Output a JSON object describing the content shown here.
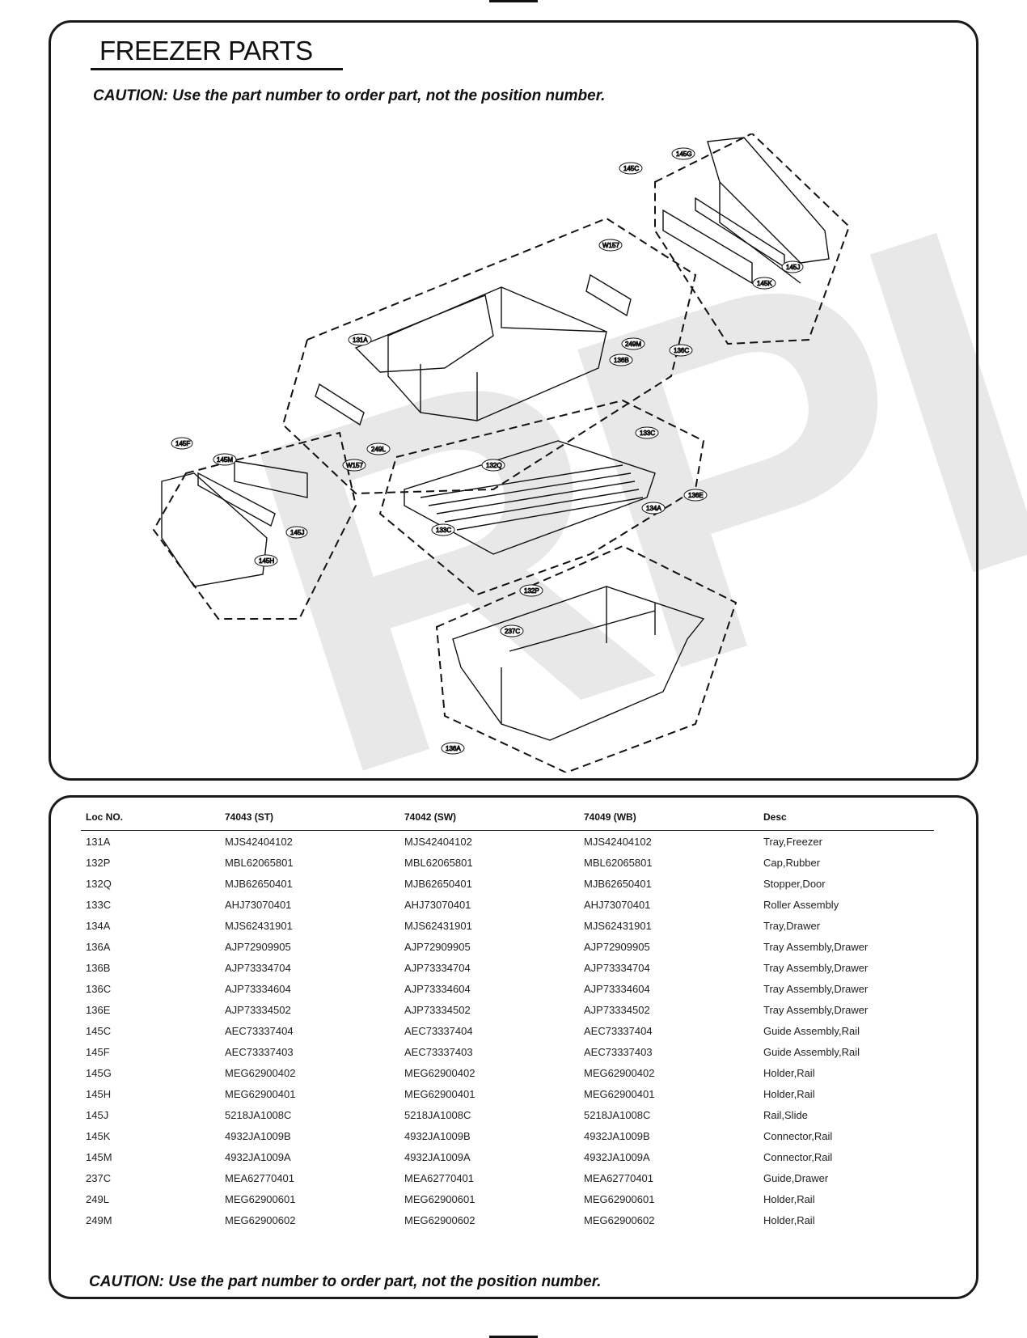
{
  "title": "FREEZER PARTS",
  "caution_top": "CAUTION: Use the part number to order part, not the position number.",
  "caution_bottom": "CAUTION: Use the part number to order part, not the position number.",
  "watermark": "RPI",
  "diagram": {
    "callouts": [
      "145C",
      "145G",
      "145J",
      "145K",
      "W157",
      "249M",
      "136C",
      "131A",
      "136B",
      "249L",
      "145F",
      "145M",
      "145J",
      "145H",
      "W157",
      "132Q",
      "133C",
      "136E",
      "134A",
      "133C",
      "132P",
      "237C",
      "136A"
    ]
  },
  "table": {
    "headers": [
      "Loc NO.",
      "74043 (ST)",
      "74042 (SW)",
      "74049 (WB)",
      "Desc"
    ],
    "rows": [
      [
        "131A",
        "MJS42404102",
        "MJS42404102",
        "MJS42404102",
        "Tray,Freezer"
      ],
      [
        "132P",
        "MBL62065801",
        "MBL62065801",
        "MBL62065801",
        "Cap,Rubber"
      ],
      [
        "132Q",
        "MJB62650401",
        "MJB62650401",
        "MJB62650401",
        "Stopper,Door"
      ],
      [
        "133C",
        "AHJ73070401",
        "AHJ73070401",
        "AHJ73070401",
        "Roller Assembly"
      ],
      [
        "134A",
        "MJS62431901",
        "MJS62431901",
        "MJS62431901",
        "Tray,Drawer"
      ],
      [
        "136A",
        "AJP72909905",
        "AJP72909905",
        "AJP72909905",
        "Tray Assembly,Drawer"
      ],
      [
        "136B",
        "AJP73334704",
        "AJP73334704",
        "AJP73334704",
        "Tray Assembly,Drawer"
      ],
      [
        "136C",
        "AJP73334604",
        "AJP73334604",
        "AJP73334604",
        "Tray Assembly,Drawer"
      ],
      [
        "136E",
        "AJP73334502",
        "AJP73334502",
        "AJP73334502",
        "Tray Assembly,Drawer"
      ],
      [
        "145C",
        "AEC73337404",
        "AEC73337404",
        "AEC73337404",
        "Guide Assembly,Rail"
      ],
      [
        "145F",
        "AEC73337403",
        "AEC73337403",
        "AEC73337403",
        "Guide Assembly,Rail"
      ],
      [
        "145G",
        "MEG62900402",
        "MEG62900402",
        "MEG62900402",
        "Holder,Rail"
      ],
      [
        "145H",
        "MEG62900401",
        "MEG62900401",
        "MEG62900401",
        "Holder,Rail"
      ],
      [
        "145J",
        "5218JA1008C",
        "5218JA1008C",
        "5218JA1008C",
        "Rail,Slide"
      ],
      [
        "145K",
        "4932JA1009B",
        "4932JA1009B",
        "4932JA1009B",
        "Connector,Rail"
      ],
      [
        "145M",
        "4932JA1009A",
        "4932JA1009A",
        "4932JA1009A",
        "Connector,Rail"
      ],
      [
        "237C",
        "MEA62770401",
        "MEA62770401",
        "MEA62770401",
        "Guide,Drawer"
      ],
      [
        "249L",
        "MEG62900601",
        "MEG62900601",
        "MEG62900601",
        "Holder,Rail"
      ],
      [
        "249M",
        "MEG62900602",
        "MEG62900602",
        "MEG62900602",
        "Holder,Rail"
      ]
    ]
  }
}
